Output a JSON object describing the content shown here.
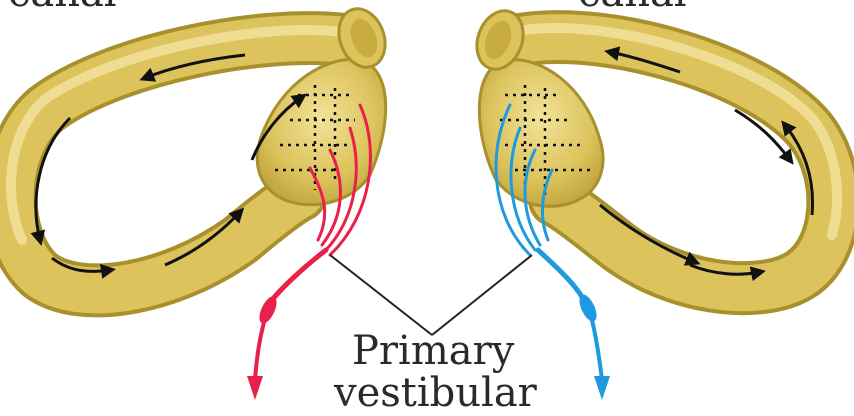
{
  "labels": {
    "left_canal": "canal",
    "right_canal": "canal",
    "line1": "Primary",
    "line2": "vestibular"
  },
  "colors": {
    "canal_fill": "#d9c25e",
    "canal_outline": "#a8902c",
    "canal_highlight": "#f2e4a0",
    "left_nerve": "#e8204a",
    "right_nerve": "#1e9ae0",
    "flow_arrow": "#111111",
    "leader_line": "#222222"
  }
}
